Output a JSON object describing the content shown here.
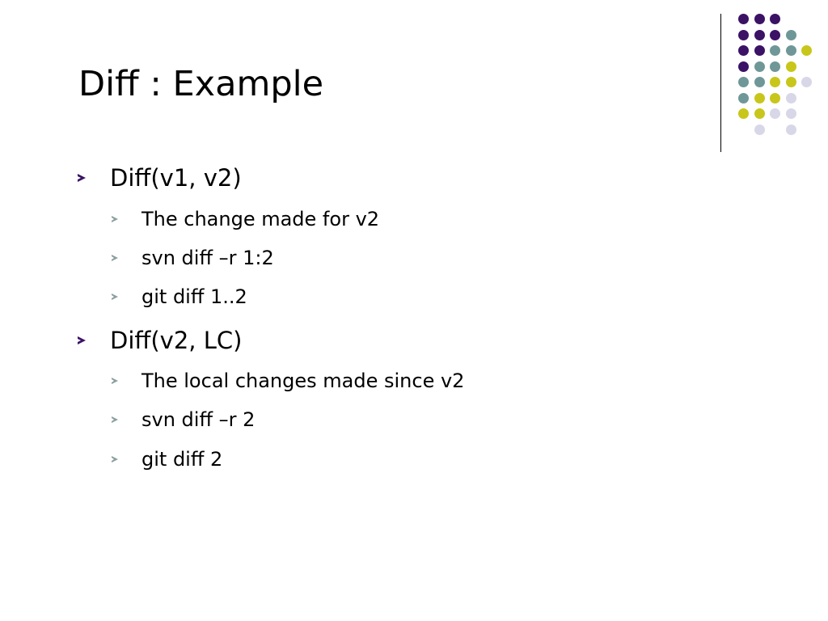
{
  "slide": {
    "title": "Diff : Example",
    "bullets": [
      {
        "text": "Diff(v1, v2)",
        "children": [
          {
            "text": "The change made for v2"
          },
          {
            "text": "svn diff –r 1:2"
          },
          {
            "text": "git diff 1..2"
          }
        ]
      },
      {
        "text": "Diff(v2, LC)",
        "children": [
          {
            "text": "The local changes made since v2"
          },
          {
            "text": "svn diff –r 2"
          },
          {
            "text": "git diff 2"
          }
        ]
      }
    ]
  },
  "theme": {
    "colors": {
      "purple": "#3b1266",
      "teal": "#6f9797",
      "olive": "#c8c61a",
      "lavender": "#d7d7e8",
      "arrow_primary": "#3b1266",
      "arrow_secondary": "#8a9f9e"
    },
    "decoration_grid": [
      [
        "purple",
        "purple",
        "purple",
        "",
        ""
      ],
      [
        "purple",
        "purple",
        "purple",
        "teal",
        ""
      ],
      [
        "purple",
        "purple",
        "teal",
        "teal",
        "olive"
      ],
      [
        "purple",
        "teal",
        "teal",
        "olive",
        ""
      ],
      [
        "teal",
        "teal",
        "olive",
        "olive",
        "lavender"
      ],
      [
        "teal",
        "olive",
        "olive",
        "lavender",
        ""
      ],
      [
        "olive",
        "olive",
        "lavender",
        "lavender",
        ""
      ],
      [
        "",
        "lavender",
        "",
        "lavender",
        ""
      ]
    ]
  }
}
